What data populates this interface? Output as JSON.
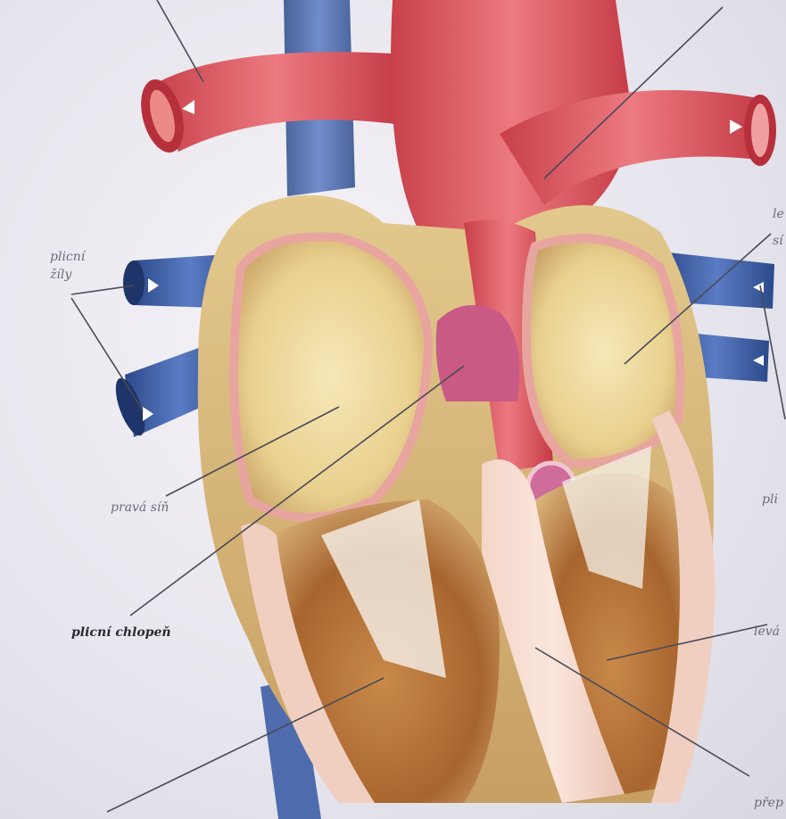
{
  "labels": {
    "plicni": "plicní",
    "zily": "žíly",
    "prava_sin": "pravá síň",
    "plicni_chlopen": "plicní chlopeň",
    "lev_top": "le",
    "sin_top": "sí",
    "pli_right": "pli",
    "leva_right": "levá",
    "prep_bottom": "přep"
  }
}
